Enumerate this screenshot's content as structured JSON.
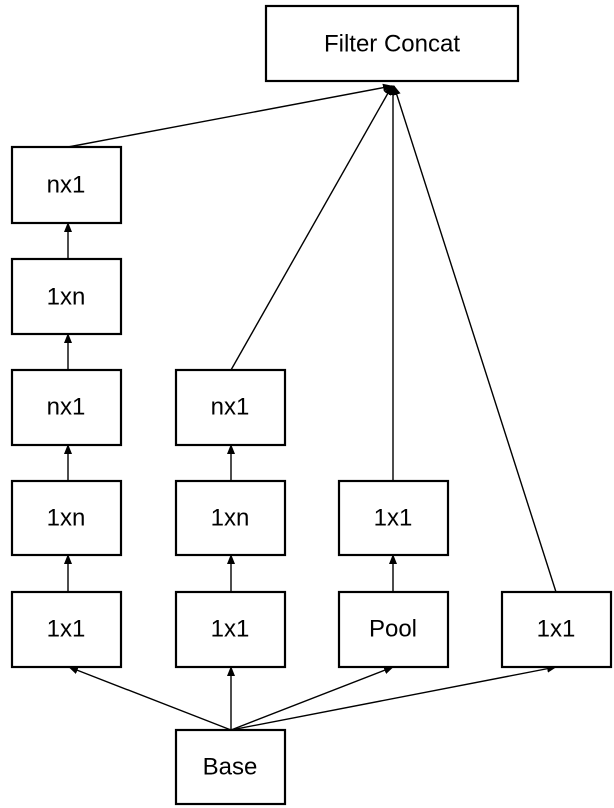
{
  "nodes": {
    "concat": "Filter Concat",
    "b1_nx1_top": "nx1",
    "b1_1xn_upper": "1xn",
    "b1_nx1_mid": "nx1",
    "b1_1xn_lower": "1xn",
    "b1_1x1": "1x1",
    "b2_nx1": "nx1",
    "b2_1xn": "1xn",
    "b2_1x1": "1x1",
    "b3_1x1": "1x1",
    "b3_pool": "Pool",
    "b4_1x1": "1x1",
    "base": "Base"
  },
  "edges": [
    {
      "from": "base",
      "to": "b1_1x1"
    },
    {
      "from": "base",
      "to": "b2_1x1"
    },
    {
      "from": "base",
      "to": "b3_pool"
    },
    {
      "from": "base",
      "to": "b4_1x1"
    },
    {
      "from": "b1_1x1",
      "to": "b1_1xn_lower"
    },
    {
      "from": "b1_1xn_lower",
      "to": "b1_nx1_mid"
    },
    {
      "from": "b1_nx1_mid",
      "to": "b1_1xn_upper"
    },
    {
      "from": "b1_1xn_upper",
      "to": "b1_nx1_top"
    },
    {
      "from": "b2_1x1",
      "to": "b2_1xn"
    },
    {
      "from": "b2_1xn",
      "to": "b2_nx1"
    },
    {
      "from": "b3_pool",
      "to": "b3_1x1"
    },
    {
      "from": "b1_nx1_top",
      "to": "concat"
    },
    {
      "from": "b2_nx1",
      "to": "concat"
    },
    {
      "from": "b3_1x1",
      "to": "concat"
    },
    {
      "from": "b4_1x1",
      "to": "concat"
    }
  ]
}
